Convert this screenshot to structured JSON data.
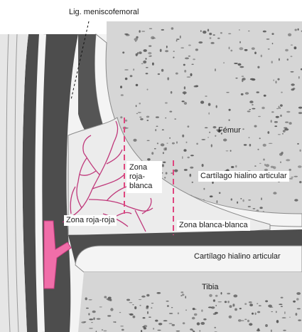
{
  "labels": {
    "lig_meniscofemoral": "Lig. meniscofemoral",
    "femur": "Fémur",
    "cartilago_superior": "Cartílago hialino articular",
    "zona_roja_blanca": "Zona roja- blanca",
    "zona_roja_roja": "Zona roja-roja",
    "zona_blanca_blanca": "Zona blanca-blanca",
    "cartilago_inferior": "Cartílago hialino articular",
    "tibia": "Tibia"
  },
  "colors": {
    "bone": "#d9d9d9",
    "bone_pores": "#5a5a5a",
    "cartilage": "#f2f2f2",
    "capsule_dark": "#4d4d4d",
    "meniscus": "#ececec",
    "vessels": "#c0397b",
    "zone_lines": "#e0467f",
    "artery": "#f06ea9"
  }
}
